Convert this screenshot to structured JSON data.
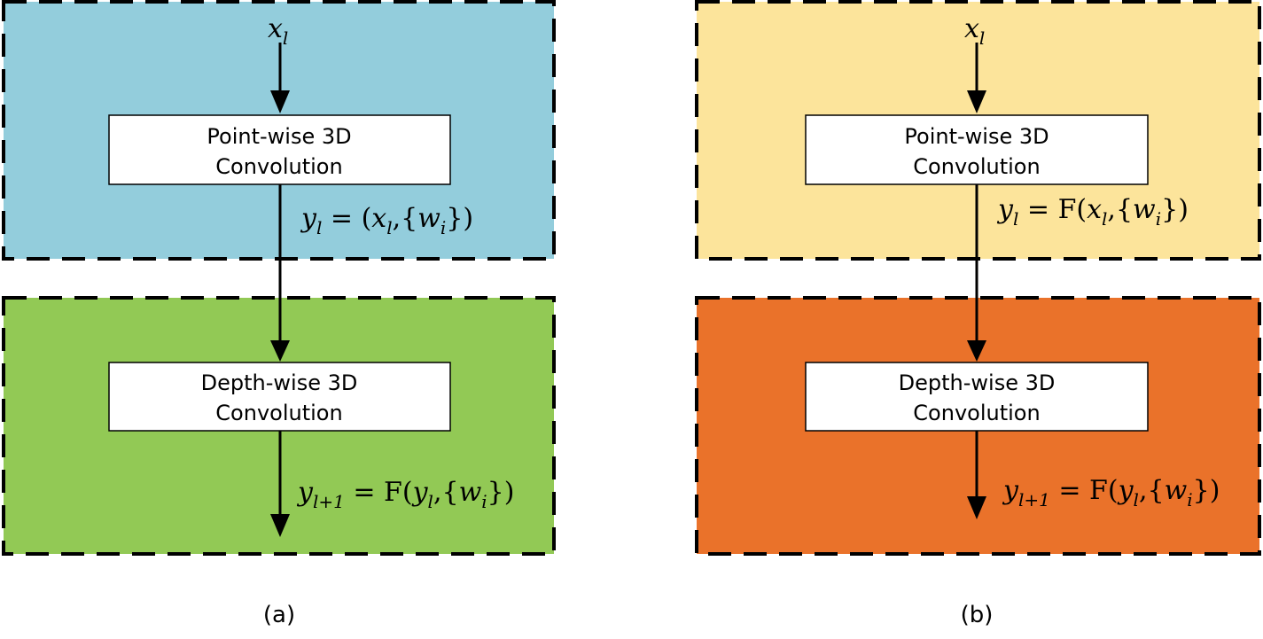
{
  "colors": {
    "a_top": "#93CDDC",
    "a_bottom": "#92C955",
    "b_top": "#FCE49B",
    "b_bottom": "#EA722A",
    "box_fill": "#FFFFFF",
    "stroke": "#000000"
  },
  "panels": [
    {
      "label": "(a)",
      "input": "x",
      "input_sub": "l",
      "top_box": {
        "line1": "Point-wise 3D",
        "line2": "Convolution"
      },
      "mid_eq": {
        "lhs": "y",
        "lhs_sub": "l",
        "rhs_prefix": " = (",
        "arg": "x",
        "arg_sub": "l",
        "tail": ",{",
        "w": "w",
        "w_sub": "i",
        "close": "})"
      },
      "bottom_box": {
        "line1": "Depth-wise 3D",
        "line2": "Convolution"
      },
      "out_eq": {
        "lhs": "y",
        "lhs_sub": "l+1",
        "rhs_prefix": " = F(",
        "arg": "y",
        "arg_sub": "l",
        "tail": ",{",
        "w": "w",
        "w_sub": "i",
        "close": "})"
      }
    },
    {
      "label": "(b)",
      "input": "x",
      "input_sub": "l",
      "top_box": {
        "line1": "Point-wise 3D",
        "line2": "Convolution"
      },
      "mid_eq": {
        "lhs": "y",
        "lhs_sub": "l",
        "rhs_prefix": " = F(",
        "arg": "x",
        "arg_sub": "l",
        "tail": ",{",
        "w": "w",
        "w_sub": "i",
        "close": "})"
      },
      "bottom_box": {
        "line1": "Depth-wise 3D",
        "line2": "Convolution"
      },
      "out_eq": {
        "lhs": "y",
        "lhs_sub": "l+1",
        "rhs_prefix": " = F(",
        "arg": "y",
        "arg_sub": "l",
        "tail": ",{",
        "w": "w",
        "w_sub": "i",
        "close": "})"
      }
    }
  ]
}
